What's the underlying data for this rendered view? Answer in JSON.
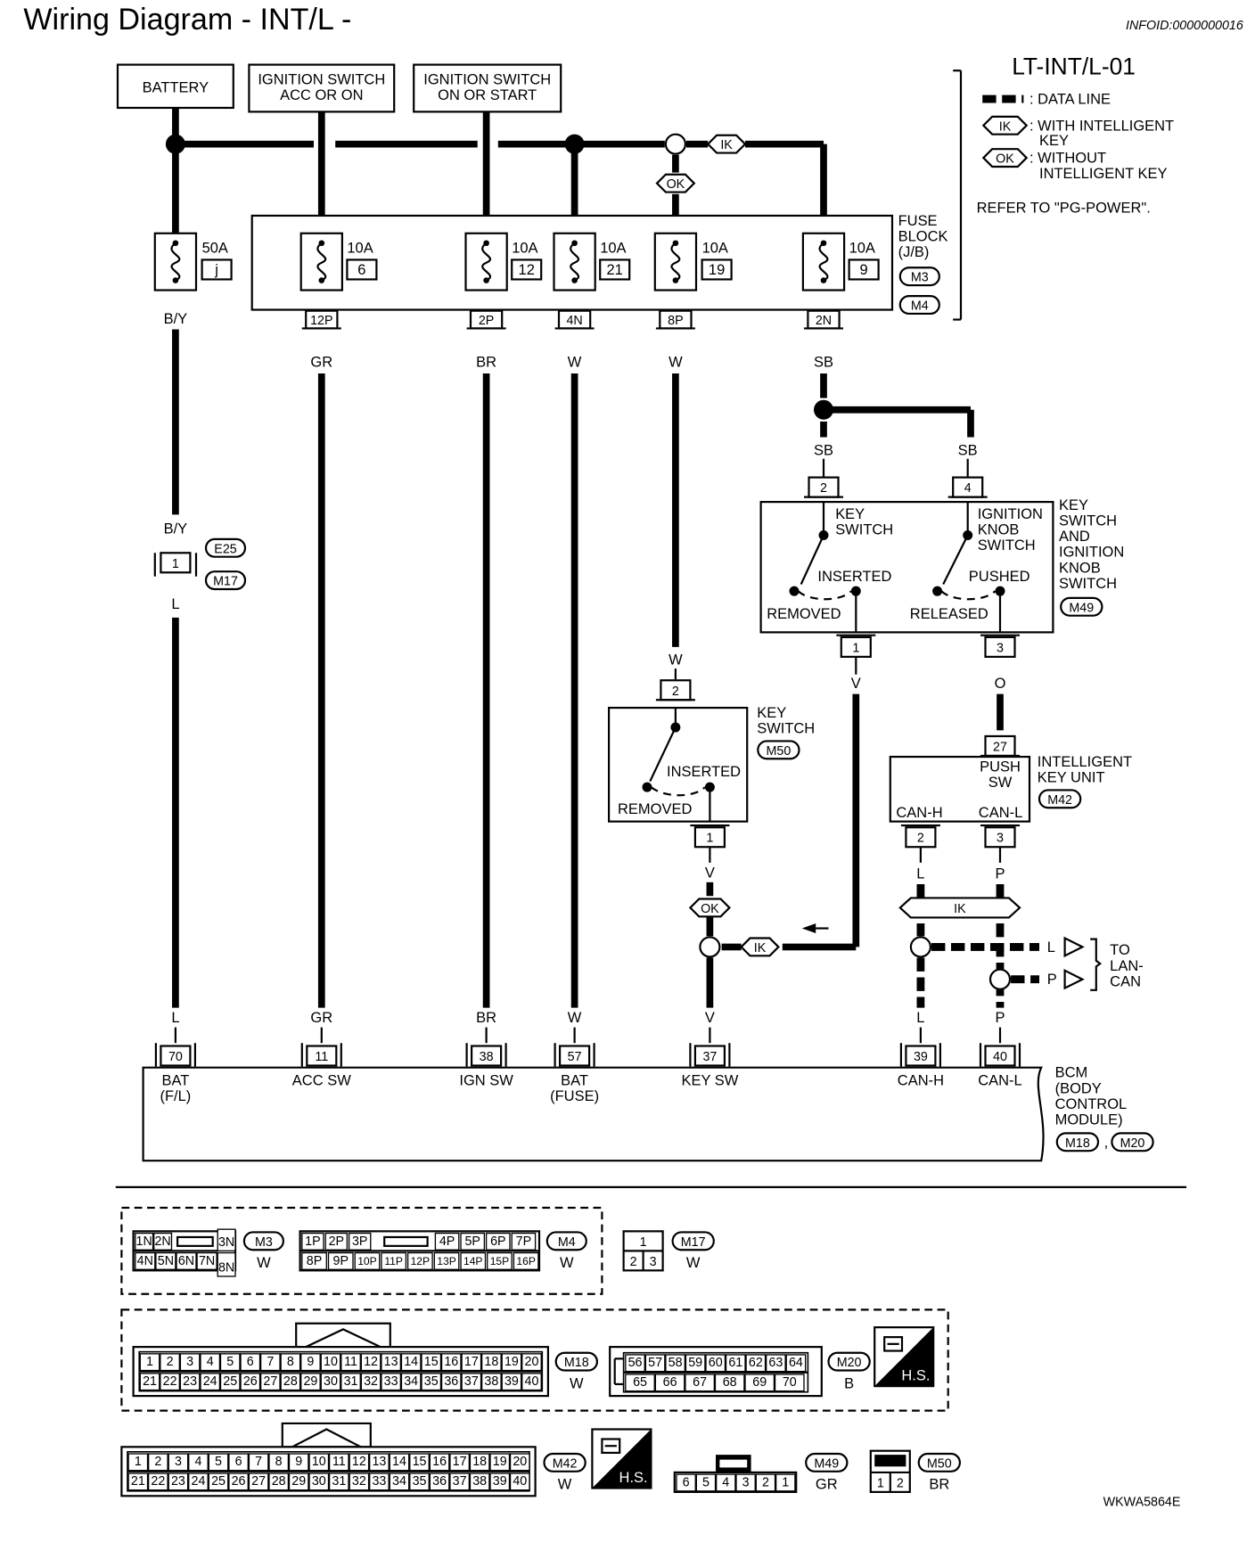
{
  "page": {
    "title": "Wiring Diagram - INT/L -",
    "infoid": "INFOID:0000000016",
    "diagram_code": "LT-INT/L-01",
    "figure_id": "WKWA5864E"
  },
  "legend": {
    "data_line": ": DATA LINE",
    "ik_tag": "IK",
    "ik_text": [
      ": WITH INTELLIGENT",
      "KEY"
    ],
    "ok_tag": "OK",
    "ok_text": [
      ": WITHOUT",
      "INTELLIGENT KEY"
    ],
    "refer": "REFER TO \"PG-POWER\"."
  },
  "sources": [
    {
      "label": [
        "BATTERY"
      ]
    },
    {
      "label": [
        "IGNITION SWITCH",
        "ACC OR ON"
      ]
    },
    {
      "label": [
        "IGNITION SWITCH",
        "ON OR START"
      ]
    }
  ],
  "fuse_block": {
    "label": [
      "FUSE",
      "BLOCK",
      "(J/B)"
    ],
    "connectors": [
      "M3",
      "M4"
    ],
    "fuses": [
      {
        "rating": "50A",
        "number": "j",
        "wire": "B/Y"
      },
      {
        "rating": "10A",
        "number": "6",
        "terminal": "12P",
        "wire": "GR"
      },
      {
        "rating": "10A",
        "number": "12",
        "terminal": "2P",
        "wire": "BR"
      },
      {
        "rating": "10A",
        "number": "21",
        "terminal": "4N",
        "wire": "W"
      },
      {
        "rating": "10A",
        "number": "19",
        "terminal": "8P",
        "wire": "W"
      },
      {
        "rating": "10A",
        "number": "9",
        "terminal": "2N",
        "wire": "SB"
      }
    ]
  },
  "top_tags": {
    "ik": "IK",
    "ok": "OK"
  },
  "inline_connector": {
    "pin": "1",
    "codes": [
      "E25",
      "M17"
    ],
    "wire_in": "B/Y",
    "wire_out": "L"
  },
  "key_switch_m49": {
    "title": [
      "KEY",
      "SWITCH",
      "AND",
      "IGNITION",
      "KNOB",
      "SWITCH"
    ],
    "code": "M49",
    "pins_top": [
      "2",
      "4"
    ],
    "pins_bottom": [
      "1",
      "3"
    ],
    "wires_top": [
      "SB",
      "SB"
    ],
    "key_switch": [
      "KEY",
      "SWITCH"
    ],
    "knob_switch": [
      "IGNITION",
      "KNOB",
      "SWITCH"
    ],
    "inserted": "INSERTED",
    "removed": "REMOVED",
    "pushed": "PUSHED",
    "released": "RELEASED",
    "wire_out_1": "V",
    "wire_out_3": "O"
  },
  "key_switch_m50": {
    "title": [
      "KEY",
      "SWITCH"
    ],
    "code": "M50",
    "pin_in": "2",
    "pin_out": "1",
    "wire_in": "W",
    "wire_out": "V",
    "inserted": "INSERTED",
    "removed": "REMOVED"
  },
  "ik_unit": {
    "title": [
      "INTELLIGENT",
      "KEY UNIT"
    ],
    "code": "M42",
    "pin_in": "27",
    "push_sw": [
      "PUSH",
      "SW"
    ],
    "can_h": "CAN-H",
    "can_l": "CAN-L",
    "pins_out": [
      "2",
      "3"
    ],
    "wires_out": [
      "L",
      "P"
    ]
  },
  "can_section": {
    "ik_tag": "IK",
    "ok_tag": "OK",
    "ik_tag_key": "IK",
    "to_lan": [
      "TO",
      "LAN-",
      "CAN"
    ],
    "l_label": "L",
    "p_label": "P"
  },
  "bcm": {
    "title": [
      "BCM",
      "(BODY",
      "CONTROL",
      "MODULE)"
    ],
    "codes": [
      "M18",
      "M20"
    ],
    "terminals": [
      {
        "pin": "70",
        "wire": "L",
        "label": [
          "BAT",
          "(F/L)"
        ]
      },
      {
        "pin": "11",
        "wire": "GR",
        "label": [
          "ACC SW"
        ]
      },
      {
        "pin": "38",
        "wire": "BR",
        "label": [
          "IGN SW"
        ]
      },
      {
        "pin": "57",
        "wire": "W",
        "label": [
          "BAT",
          "(FUSE)"
        ]
      },
      {
        "pin": "37",
        "wire": "V",
        "label": [
          "KEY SW"
        ]
      },
      {
        "pin": "39",
        "wire": "L",
        "label": [
          "CAN-H"
        ]
      },
      {
        "pin": "40",
        "wire": "P",
        "label": [
          "CAN-L"
        ]
      }
    ]
  },
  "connector_views": {
    "m3": {
      "code": "M3",
      "color": "W",
      "row1": [
        "1N",
        "2N",
        "3N"
      ],
      "row2": [
        "4N",
        "5N",
        "6N",
        "7N",
        "8N"
      ]
    },
    "m4": {
      "code": "M4",
      "color": "W",
      "row1": [
        "1P",
        "2P",
        "3P",
        "4P",
        "5P",
        "6P",
        "7P"
      ],
      "row2": [
        "8P",
        "9P",
        "10P",
        "11P",
        "12P",
        "13P",
        "14P",
        "15P",
        "16P"
      ]
    },
    "m17": {
      "code": "M17",
      "color": "W",
      "row1": [
        "1"
      ],
      "row2": [
        "2",
        "3"
      ]
    },
    "m18": {
      "code": "M18",
      "color": "W"
    },
    "m20": {
      "code": "M20",
      "color": "B",
      "row1": [
        "56",
        "57",
        "58",
        "59",
        "60",
        "61",
        "62",
        "63",
        "64"
      ],
      "row2": [
        "65",
        "66",
        "67",
        "68",
        "69",
        "70"
      ]
    },
    "m42": {
      "code": "M42",
      "color": "W"
    },
    "m49": {
      "code": "M49",
      "color": "GR",
      "pins": [
        "6",
        "5",
        "4",
        "3",
        "2",
        "1"
      ]
    },
    "m50": {
      "code": "M50",
      "color": "BR",
      "pins": [
        "1",
        "2"
      ]
    },
    "hs": "H.S."
  }
}
